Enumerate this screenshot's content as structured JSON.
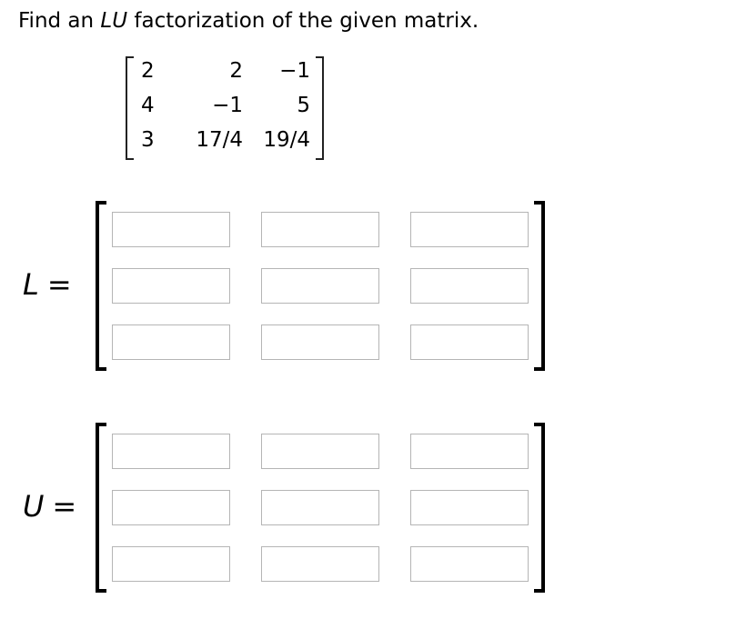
{
  "title": {
    "prefix": "Find an ",
    "math": "LU",
    "suffix": " factorization of the given matrix."
  },
  "given_matrix": {
    "rows": [
      [
        "2",
        "2",
        "−1"
      ],
      [
        "4",
        "−1",
        "5"
      ],
      [
        "3",
        "17/4",
        "19/4"
      ]
    ]
  },
  "l_section": {
    "label": "L",
    "equals": "=",
    "inputs": [
      [
        "",
        "",
        ""
      ],
      [
        "",
        "",
        ""
      ],
      [
        "",
        "",
        ""
      ]
    ]
  },
  "u_section": {
    "label": "U",
    "equals": "=",
    "inputs": [
      [
        "",
        "",
        ""
      ],
      [
        "",
        "",
        ""
      ],
      [
        "",
        "",
        ""
      ]
    ]
  }
}
